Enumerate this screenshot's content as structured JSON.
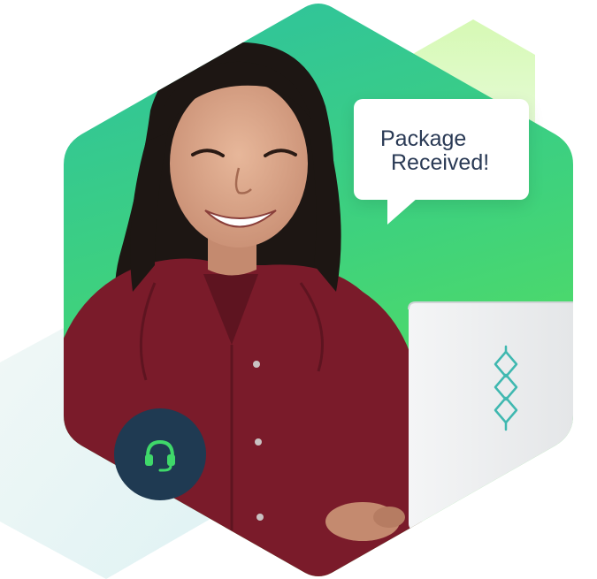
{
  "speech_bubble": {
    "line1": "Package",
    "line2": "Received!"
  },
  "photo": {
    "subject": "person-smiling"
  },
  "icons": {
    "support": "headset-icon",
    "laptop_logo": "diamond-chain-logo-icon"
  },
  "colors": {
    "hex_green_top": "#34c49a",
    "hex_green_bottom": "#3fd86a",
    "shirt": "#7a1b2a",
    "badge_bg": "#1f3a52",
    "headset_green": "#3fd86a",
    "logo_teal": "#3fb8b0",
    "text": "#2a3a55"
  }
}
